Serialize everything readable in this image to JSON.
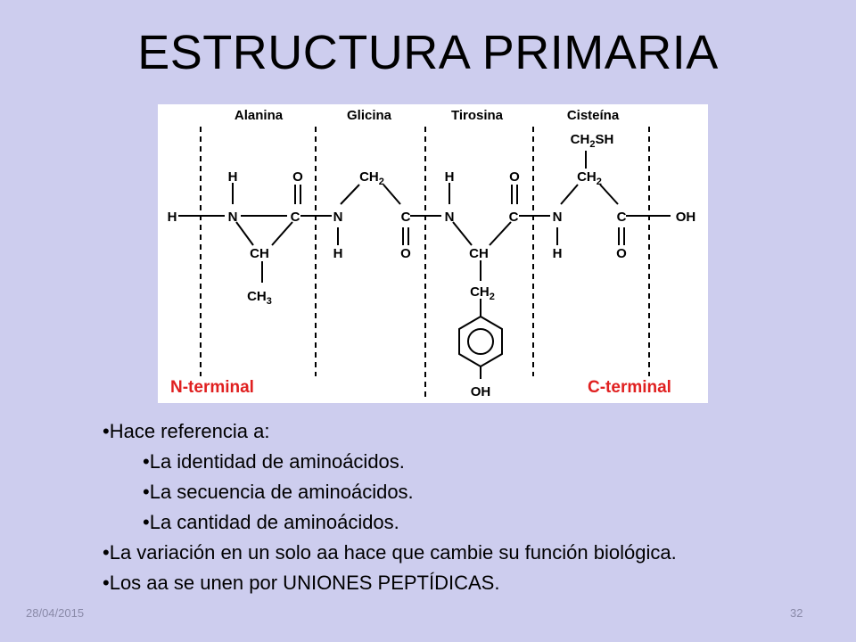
{
  "slide": {
    "title": "ESTRUCTURA PRIMARIA",
    "date": "28/04/2015",
    "page_number": "32"
  },
  "figure": {
    "residues": [
      "Alanina",
      "Glicina",
      "Tirosina",
      "Cisteína"
    ],
    "n_terminal": "N-terminal",
    "c_terminal": "C-terminal",
    "terminal_color": "#e02020",
    "atoms": {
      "h": "H",
      "n": "N",
      "c": "C",
      "o": "O",
      "ch": "CH",
      "ch2": "CH",
      "ch3": "CH",
      "ch2sh": "CH",
      "ch2sh_tail": "SH",
      "oh": "OH",
      "sub2": "2",
      "sub3": "3"
    }
  },
  "bullets": [
    {
      "level": 1,
      "text": "•Hace referencia a:"
    },
    {
      "level": 2,
      "text": "•La identidad de aminoácidos."
    },
    {
      "level": 2,
      "text": "•La secuencia de aminoácidos."
    },
    {
      "level": 2,
      "text": "•La cantidad de aminoácidos."
    },
    {
      "level": 1,
      "text": "•La variación en un solo aa hace que cambie su función biológica."
    },
    {
      "level": 1,
      "text": "•Los aa se unen por UNIONES PEPTÍDICAS."
    }
  ]
}
